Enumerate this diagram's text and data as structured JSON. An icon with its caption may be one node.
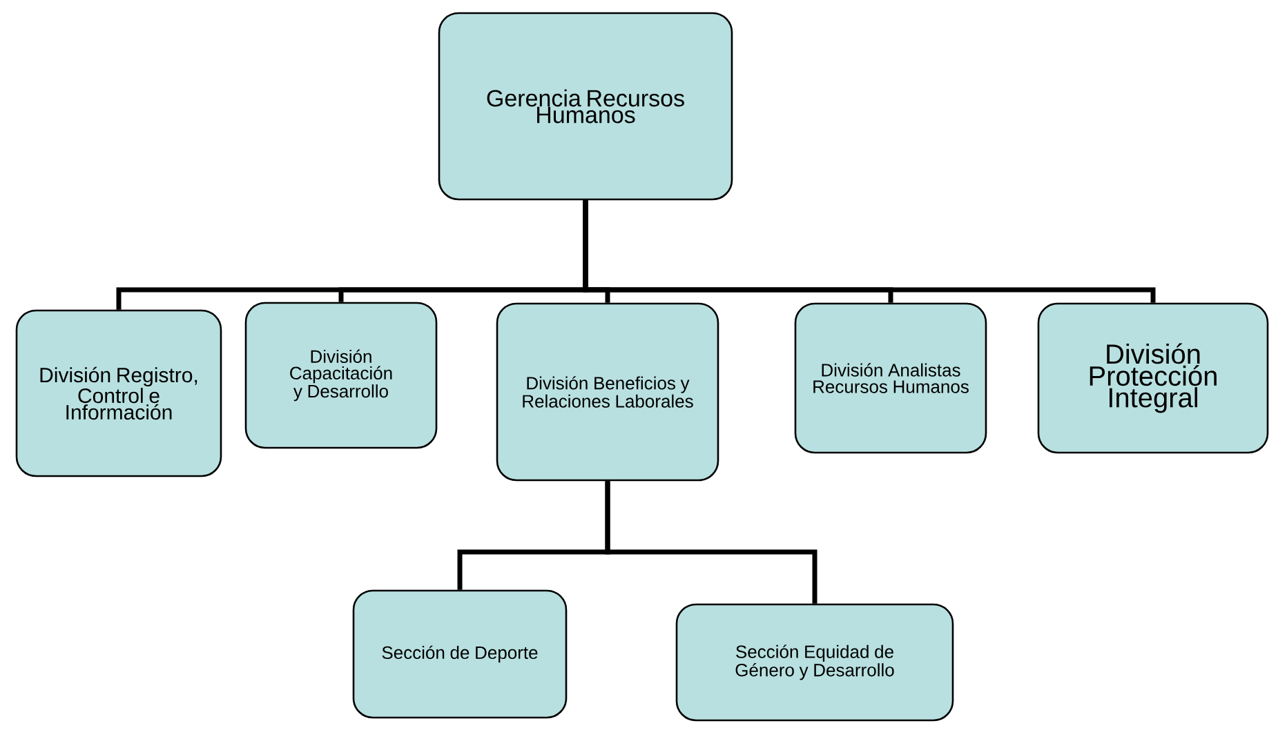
{
  "diagram": {
    "nodes": [
      {
        "text": [
          "Gerencia Recursos Humanos"
        ]
      },
      {
        "text": [
          "División Registro, Control e Información"
        ]
      },
      {
        "text": [
          "División Capacitación y Desarrollo"
        ]
      },
      {
        "text": [
          "División Beneficios y Relaciones Laborales"
        ]
      },
      {
        "text": [
          "División Analistas Recursos Humanos"
        ]
      },
      {
        "text": [
          "División Protección Integral"
        ]
      },
      {
        "text": [
          "Sección de Deporte"
        ]
      },
      {
        "text": [
          "Sección Equidad de Género y Desarrollo"
        ]
      }
    ],
    "edges": [
      {
        "from": 0,
        "to": 1,
        "arrow": "none"
      },
      {
        "from": 0,
        "to": 2,
        "arrow": "none"
      },
      {
        "from": 0,
        "to": 3,
        "arrow": "none"
      },
      {
        "from": 0,
        "to": 4,
        "arrow": "none"
      },
      {
        "from": 0,
        "to": 5,
        "arrow": "none"
      },
      {
        "from": 3,
        "to": 6,
        "arrow": "none"
      },
      {
        "from": 3,
        "to": 7,
        "arrow": "none"
      }
    ]
  }
}
